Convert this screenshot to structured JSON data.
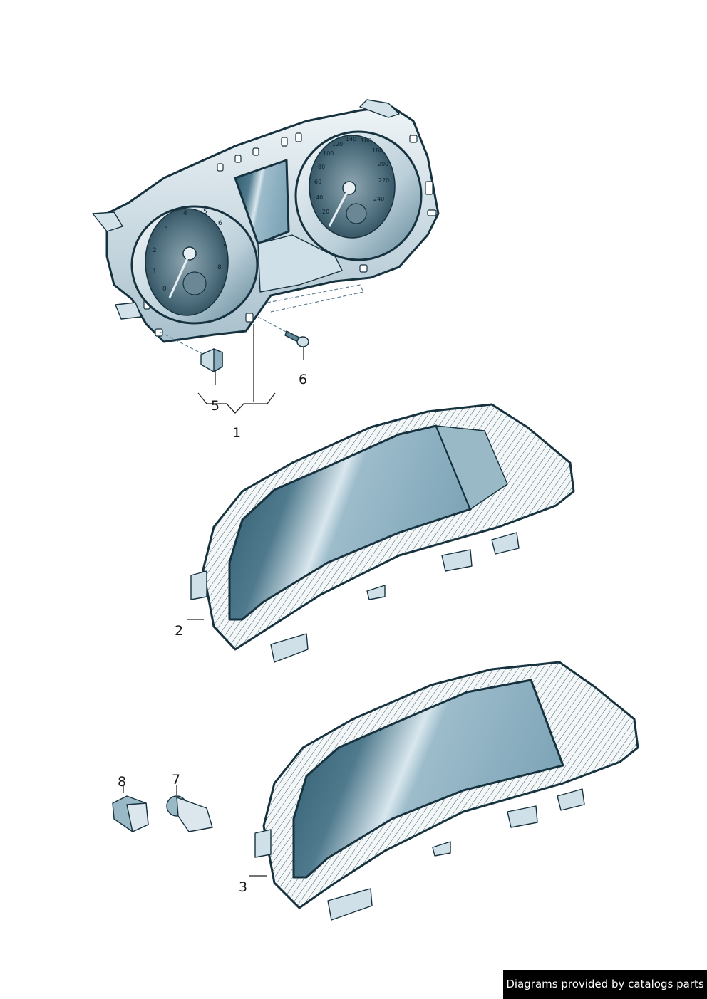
{
  "diagram": {
    "callouts": [
      "1",
      "2",
      "3",
      "5",
      "6",
      "7",
      "8"
    ],
    "credit": "Diagrams provided by catalogs parts",
    "gauge_numbers": {
      "left": [
        "0",
        "1",
        "2",
        "3",
        "4",
        "5",
        "6",
        "7",
        "8"
      ],
      "right": [
        "20",
        "40",
        "60",
        "80",
        "100",
        "120",
        "140",
        "160",
        "180",
        "200",
        "220",
        "240"
      ]
    },
    "colors": {
      "outline": "#16323f",
      "body": "#dfe9ee",
      "glass_dark": "#2e5a6e",
      "glass_mid": "#7fa6b8",
      "glass_light": "#eef4f7",
      "dash": "#5d7f93",
      "credit_bg": "#000000"
    }
  }
}
